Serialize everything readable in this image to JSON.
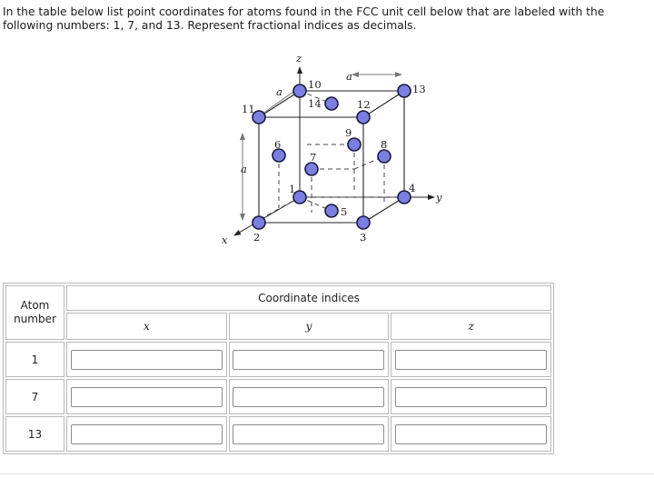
{
  "question": {
    "text": "In the table below list point coordinates for atoms found in the FCC unit cell below that are labeled with the following numbers: 1, 7, and 13.  Represent fractional indices as decimals."
  },
  "figure": {
    "axes": {
      "x": "x",
      "y": "y",
      "z": "z"
    },
    "edge_labels": {
      "a_top": "a",
      "a_back": "a",
      "a_side": "a"
    },
    "atom_labels": [
      "1",
      "2",
      "3",
      "4",
      "5",
      "6",
      "7",
      "8",
      "9",
      "10",
      "11",
      "12",
      "13",
      "14"
    ],
    "atom_color": "#7b7fe0",
    "atom_stroke": "#1a1a40"
  },
  "table": {
    "atom_header": "Atom number",
    "group_header": "Coordinate indices",
    "columns": [
      "x",
      "y",
      "z"
    ],
    "rows": [
      {
        "atom": "1",
        "x": "",
        "y": "",
        "z": ""
      },
      {
        "atom": "7",
        "x": "",
        "y": "",
        "z": ""
      },
      {
        "atom": "13",
        "x": "",
        "y": "",
        "z": ""
      }
    ]
  }
}
